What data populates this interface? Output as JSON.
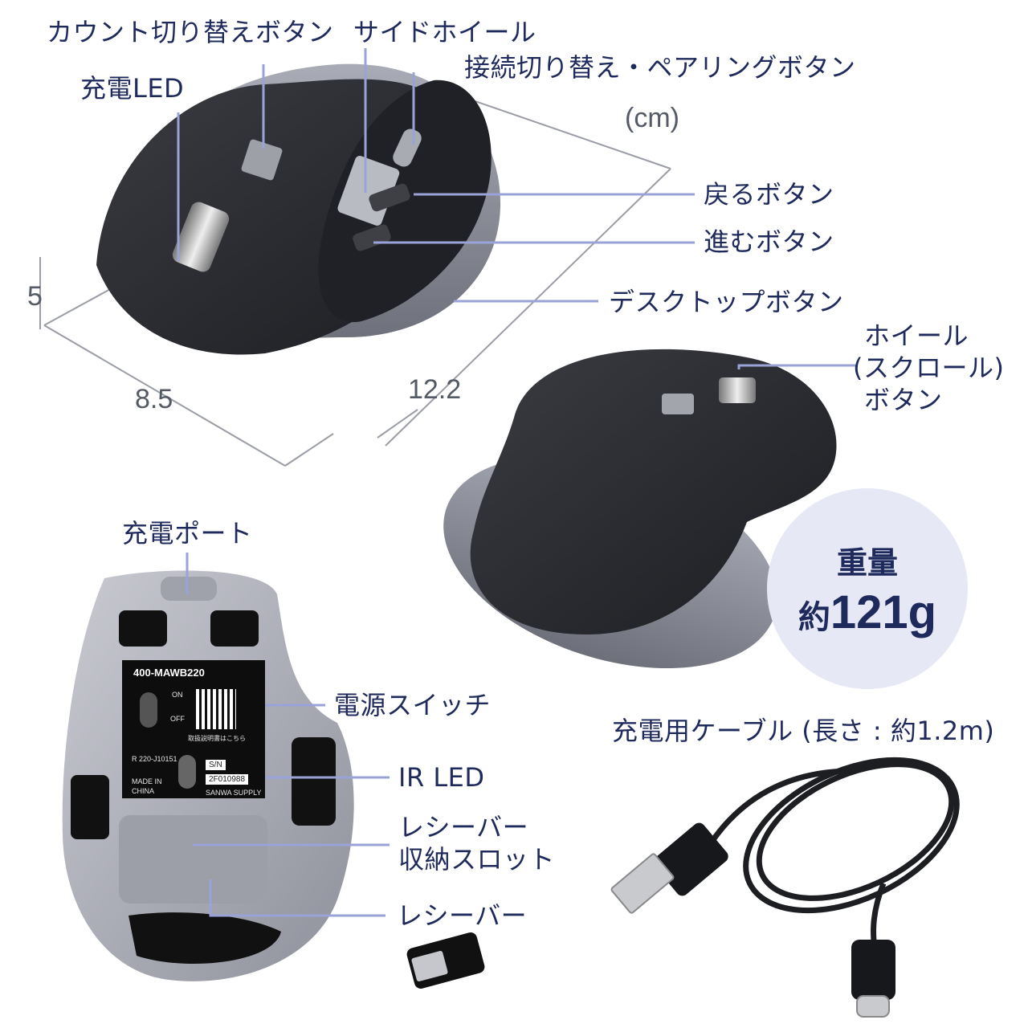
{
  "labels": {
    "count_switch": "カウント切り替えボタン",
    "side_wheel": "サイドホイール",
    "connection_pairing": "接続切り替え・ペアリングボタン",
    "charge_led": "充電LED",
    "unit": "(cm)",
    "back_button": "戻るボタン",
    "forward_button": "進むボタン",
    "desktop_button": "デスクトップボタン",
    "wheel_line1": "ホイール",
    "wheel_line2": "(スクロール)",
    "wheel_line3": "ボタン",
    "charge_port": "充電ポート",
    "power_switch": "電源スイッチ",
    "ir_led": "IR LED",
    "receiver_slot_line1": "レシーバー",
    "receiver_slot_line2": "収納スロット",
    "receiver": "レシーバー",
    "cable": "充電用ケーブル (長さ : 約1.2m)"
  },
  "dimensions": {
    "height": "5",
    "width": "8.5",
    "length": "12.2"
  },
  "weight": {
    "title": "重量",
    "prefix": "約",
    "value": "121g"
  },
  "sticker": {
    "model": "400-MAWB220",
    "on": "ON",
    "off": "OFF",
    "manual": "取扱説明書はこちら",
    "cert": "R 220-J10151",
    "made_in_line1": "MADE IN",
    "made_in_line2": "CHINA",
    "sn_label": "S/N",
    "sn_value": "2F010988",
    "brand": "SANWA SUPPLY"
  },
  "colors": {
    "label_text": "#1f2a5c",
    "leader_line": "#9aa3d8",
    "badge_bg": "#e6e9f5",
    "mouse_body": "#2b2d31",
    "mouse_base": "#8a8c97"
  }
}
